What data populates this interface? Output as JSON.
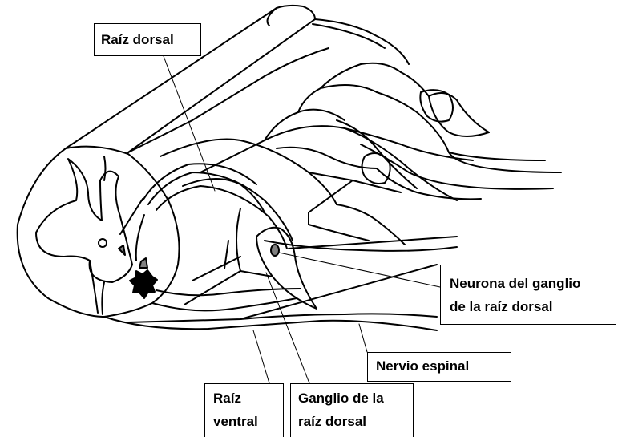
{
  "labels": {
    "dorsal_root": "Raíz dorsal",
    "neuron_line1": "Neurona del ganglio",
    "neuron_line2": "de la raíz dorsal",
    "spinal_nerve": "Nervio espinal",
    "ventral_root_line1": "Raíz",
    "ventral_root_line2": "ventral",
    "ganglion_line1": "Ganglio de la",
    "ganglion_line2": "raíz dorsal"
  },
  "colors": {
    "outline": "#000000",
    "neuron_fill": "#808080",
    "background": "#ffffff"
  }
}
